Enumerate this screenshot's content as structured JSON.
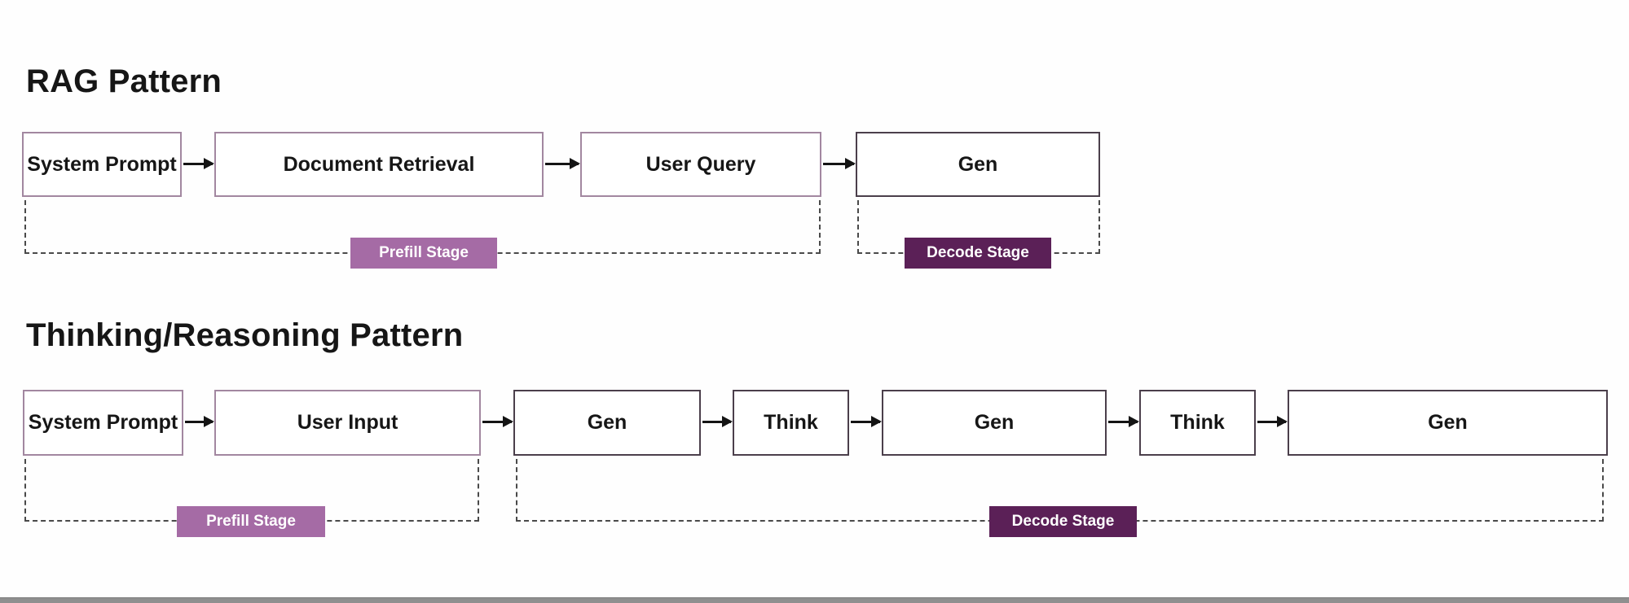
{
  "rag": {
    "title": "RAG Pattern",
    "boxes": [
      {
        "label": "System Prompt"
      },
      {
        "label": "Document Retrieval"
      },
      {
        "label": "User Query"
      },
      {
        "label": "Gen"
      }
    ],
    "prefill_label": "Prefill Stage",
    "decode_label": "Decode Stage"
  },
  "thinking": {
    "title": "Thinking/Reasoning Pattern",
    "boxes": [
      {
        "label": "System Prompt"
      },
      {
        "label": "User Input"
      },
      {
        "label": "Gen"
      },
      {
        "label": "Think"
      },
      {
        "label": "Gen"
      },
      {
        "label": "Think"
      },
      {
        "label": "Gen"
      }
    ],
    "prefill_label": "Prefill Stage",
    "decode_label": "Decode Stage"
  },
  "colors": {
    "light_box_border": "#a287a0",
    "dark_box_border": "#4b3f4b",
    "prefill_badge_bg": "#a56ba5",
    "decode_badge_bg": "#5b2057",
    "badge_text": "#ffffff",
    "dashed_bracket": "#4a4a4a",
    "arrow": "#141414",
    "title_text": "#161616"
  }
}
